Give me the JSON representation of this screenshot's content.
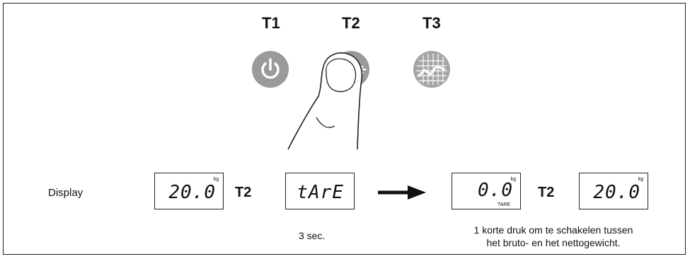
{
  "buttons": [
    {
      "label": "T1",
      "icon": "power-icon"
    },
    {
      "label": "T2",
      "icon": "tare-icon"
    },
    {
      "label": "T3",
      "icon": "chart-grid-icon"
    }
  ],
  "row": {
    "label": "Display",
    "display1": {
      "value": "20.0",
      "unit": "kg"
    },
    "t2_a": "T2",
    "display2": {
      "value": "tArE"
    },
    "duration": "3 sec.",
    "display3": {
      "value": "0.0",
      "unit": "kg",
      "sub": "TARE"
    },
    "t2_b": "T2",
    "display4": {
      "value": "20.0",
      "unit": "kg"
    },
    "note_line1": "1 korte druk om te schakelen tussen",
    "note_line2": "het bruto- en het nettogewicht."
  }
}
